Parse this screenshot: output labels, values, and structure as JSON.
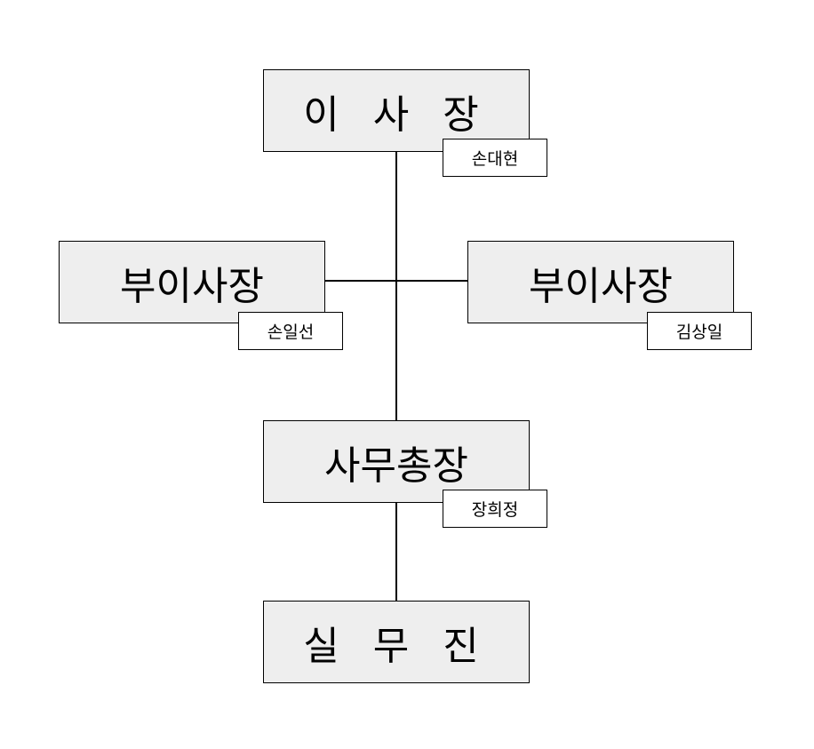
{
  "org_chart": {
    "chairman": {
      "title": "이 사 장",
      "name": "손대현"
    },
    "vice_left": {
      "title": "부이사장",
      "name": "손일선"
    },
    "vice_right": {
      "title": "부이사장",
      "name": "김상일"
    },
    "secretary_general": {
      "title": "사무총장",
      "name": "장희정"
    },
    "staff": {
      "title": "실 무 진"
    }
  },
  "colors": {
    "box_fill": "#eeeeee",
    "tag_fill": "#ffffff",
    "line": "#000000"
  }
}
